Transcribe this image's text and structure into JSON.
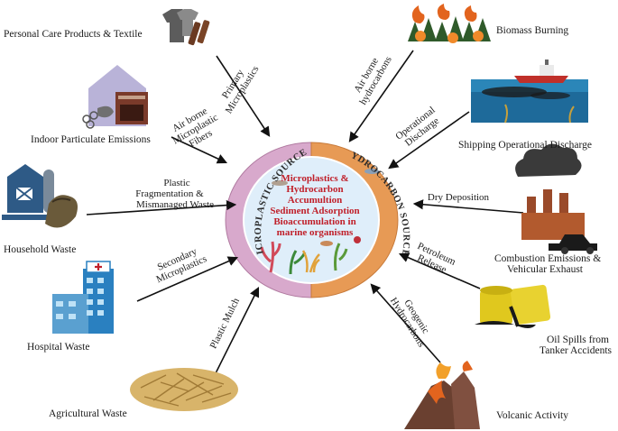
{
  "center": {
    "left_ring": "MICROPLASTIC SOURCES",
    "right_ring": "HYDROCARBON SOURCES",
    "lines": [
      "Microplastics &",
      "Hydrocarbon",
      "Accumultion",
      "Sediment Adsorption",
      "Bioaccumulation in",
      "marine organisms"
    ]
  },
  "sources": {
    "personal_care": "Personal Care Products & Textile",
    "indoor": "Indoor Particulate Emissions",
    "household": "Household Waste",
    "hospital": "Hospital Waste",
    "agricultural": "Agricultural Waste",
    "biomass": "Biomass Burning",
    "shipping": "Shipping Operational Discharge",
    "combustion_1": "Combustion Emissions &",
    "combustion_2": "Vehicular Exhaust",
    "oil_1": "Oil Spills from",
    "oil_2": "Tanker Accidents",
    "volcanic": "Volcanic Activity"
  },
  "arrows": {
    "primary_1": "Primary",
    "primary_2": "Microplastics",
    "airborne_fibers_1": "Air borne",
    "airborne_fibers_2": "Microplastic",
    "airborne_fibers_3": "Fibers",
    "fragmentation_1": "Plastic",
    "fragmentation_2": "Fragmentation &",
    "fragmentation_3": "Mismanaged Waste",
    "secondary_1": "Secondary",
    "secondary_2": "Microplastics",
    "mulch": "Plastic Mulch",
    "airborne_hc_1": "Air borne",
    "airborne_hc_2": "hydrocarbons",
    "operational_1": "Operational",
    "operational_2": "Discharge",
    "dry_deposition": "Dry Deposition",
    "petroleum_1": "Petroleum",
    "petroleum_2": "Release",
    "geogenic_1": "Geogenic",
    "geogenic_2": "Hydrocarbons"
  },
  "colors": {
    "left_ring": "#d8a9cc",
    "right_ring": "#e79a55",
    "core_fill": "#dfeefa",
    "core_text": "#c0202a"
  }
}
